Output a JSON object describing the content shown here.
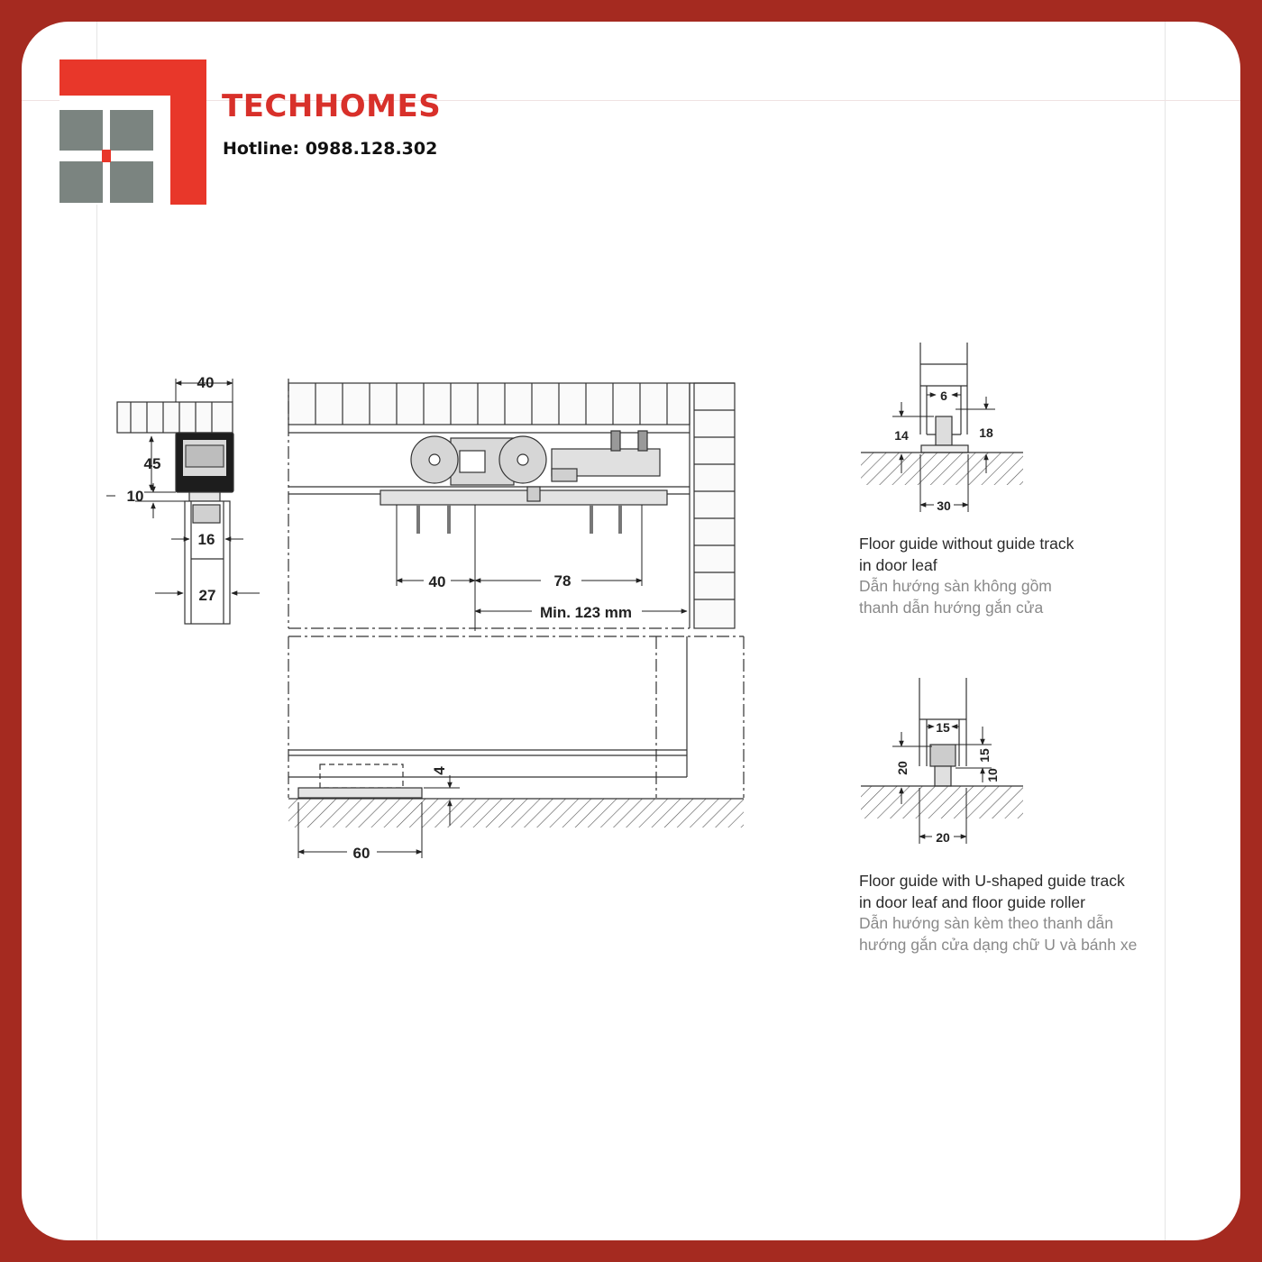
{
  "brand": {
    "name": "TECHHOMES",
    "hotline": "Hotline: 0988.128.302",
    "colors": {
      "red": "#d8302a",
      "grey": "#7b8480",
      "border": "#a52a20"
    }
  },
  "dimensions": {
    "side_width": "40",
    "side_height": "45",
    "side_gap": "10",
    "side_inner": "16",
    "side_leaf": "27",
    "front_40": "40",
    "front_78": "78",
    "front_min": "Min. 123 mm",
    "front_4": "4",
    "front_60": "60",
    "guide1_slot": "6",
    "guide1_left": "14",
    "guide1_right": "18",
    "guide1_base": "30",
    "guide2_slot": "15",
    "guide2_left": "20",
    "guide2_right_top": "15",
    "guide2_right_bottom": "10",
    "guide2_base": "20"
  },
  "captions": {
    "guide1_en_1": "Floor guide without guide track",
    "guide1_en_2": "in door leaf",
    "guide1_vi_1": "Dẫn hướng sàn không gồm",
    "guide1_vi_2": "thanh dẫn hướng gắn cửa",
    "guide2_en_1": "Floor guide with U-shaped guide track",
    "guide2_en_2": "in door leaf and floor guide roller",
    "guide2_vi_1": "Dẫn hướng sàn kèm theo thanh dẫn",
    "guide2_vi_2": "hướng gắn cửa dạng chữ U và bánh xe"
  }
}
